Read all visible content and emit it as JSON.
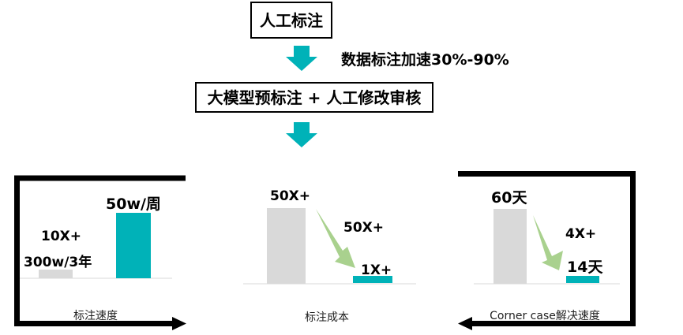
{
  "flow": {
    "step1": "人工标注",
    "speedup": "数据标注加速30%-90%",
    "step2": "大模型预标注 + 人工修改审核"
  },
  "colors": {
    "accent": "#00B2B8",
    "old_bar": "#D9D9D9",
    "arrow_green": "#A9D18E",
    "frame": "#000000"
  },
  "panels": [
    {
      "title": "标注速度",
      "old_label": "300w/3年",
      "new_label": "50w/周",
      "ratio": "10X+"
    },
    {
      "title": "标注成本",
      "old_label": "50X+",
      "new_label": "1X+",
      "ratio": "50X+"
    },
    {
      "title": "Corner case解决速度",
      "old_label": "60天",
      "new_label": "14天",
      "ratio": "4X+"
    }
  ]
}
